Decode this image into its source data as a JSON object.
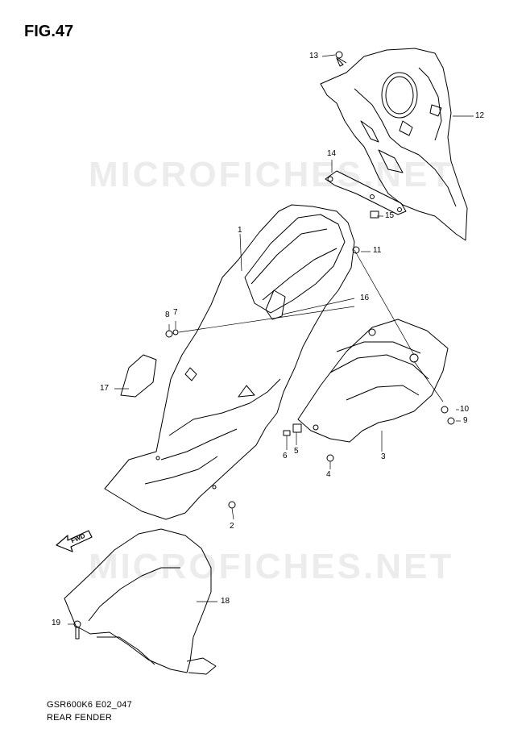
{
  "figure": {
    "title": "FIG.47",
    "code": "GSR600K6 E02_047",
    "caption": "REAR FENDER"
  },
  "watermark": "MICROFICHES.NET",
  "direction_badge": "FWD",
  "callouts": {
    "c1": "1",
    "c2": "2",
    "c3": "3",
    "c4": "4",
    "c5": "5",
    "c6": "6",
    "c7": "7",
    "c8": "8",
    "c9": "9",
    "c10": "10",
    "c11": "11",
    "c12": "12",
    "c13": "13",
    "c14": "14",
    "c15": "15",
    "c16": "16",
    "c17": "17",
    "c18": "18",
    "c19": "19"
  }
}
